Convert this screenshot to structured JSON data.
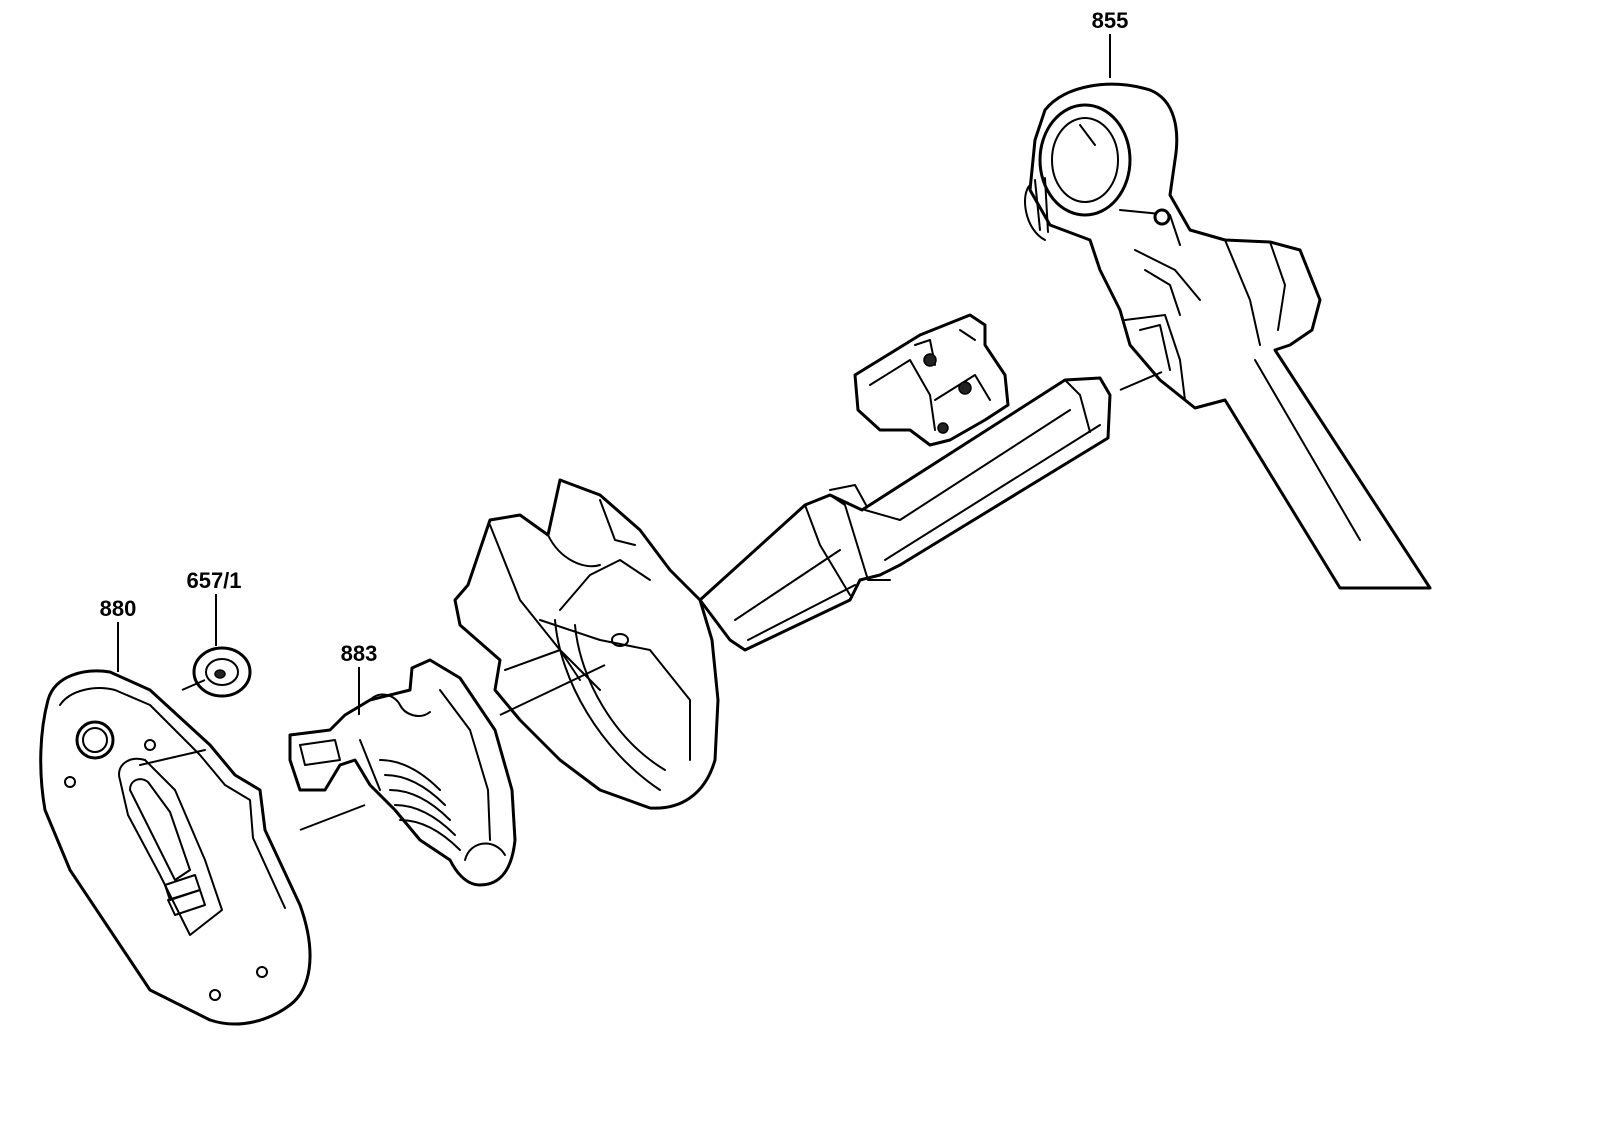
{
  "diagram": {
    "callouts": [
      {
        "id": "855",
        "label": "855"
      },
      {
        "id": "657/1",
        "label": "657/1"
      },
      {
        "id": "880",
        "label": "880"
      },
      {
        "id": "883",
        "label": "883"
      }
    ]
  }
}
